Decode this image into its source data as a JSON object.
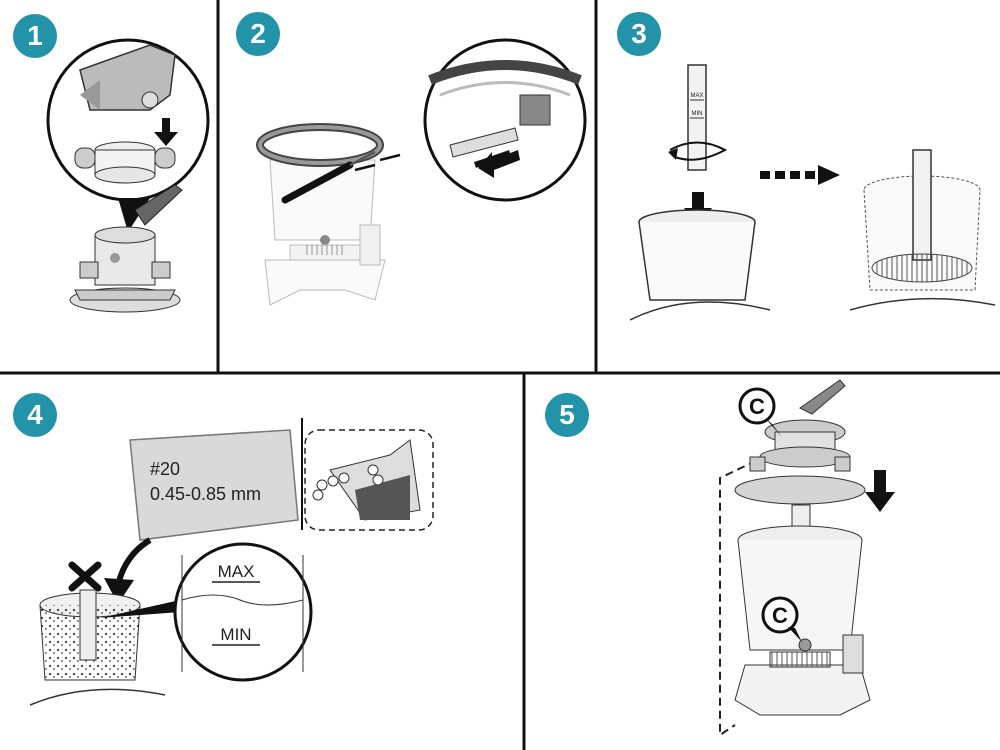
{
  "badge_color": "#2293a9",
  "steps": [
    {
      "number": "1"
    },
    {
      "number": "2"
    },
    {
      "number": "3"
    },
    {
      "number": "4"
    },
    {
      "number": "5"
    }
  ],
  "gauge": {
    "max": "MAX",
    "min": "MIN"
  },
  "sand_bag": {
    "line1": "#20",
    "line2": "0.45-0.85 mm"
  },
  "zoom": {
    "max": "MAX",
    "min": "MIN"
  },
  "callout_c": "C"
}
